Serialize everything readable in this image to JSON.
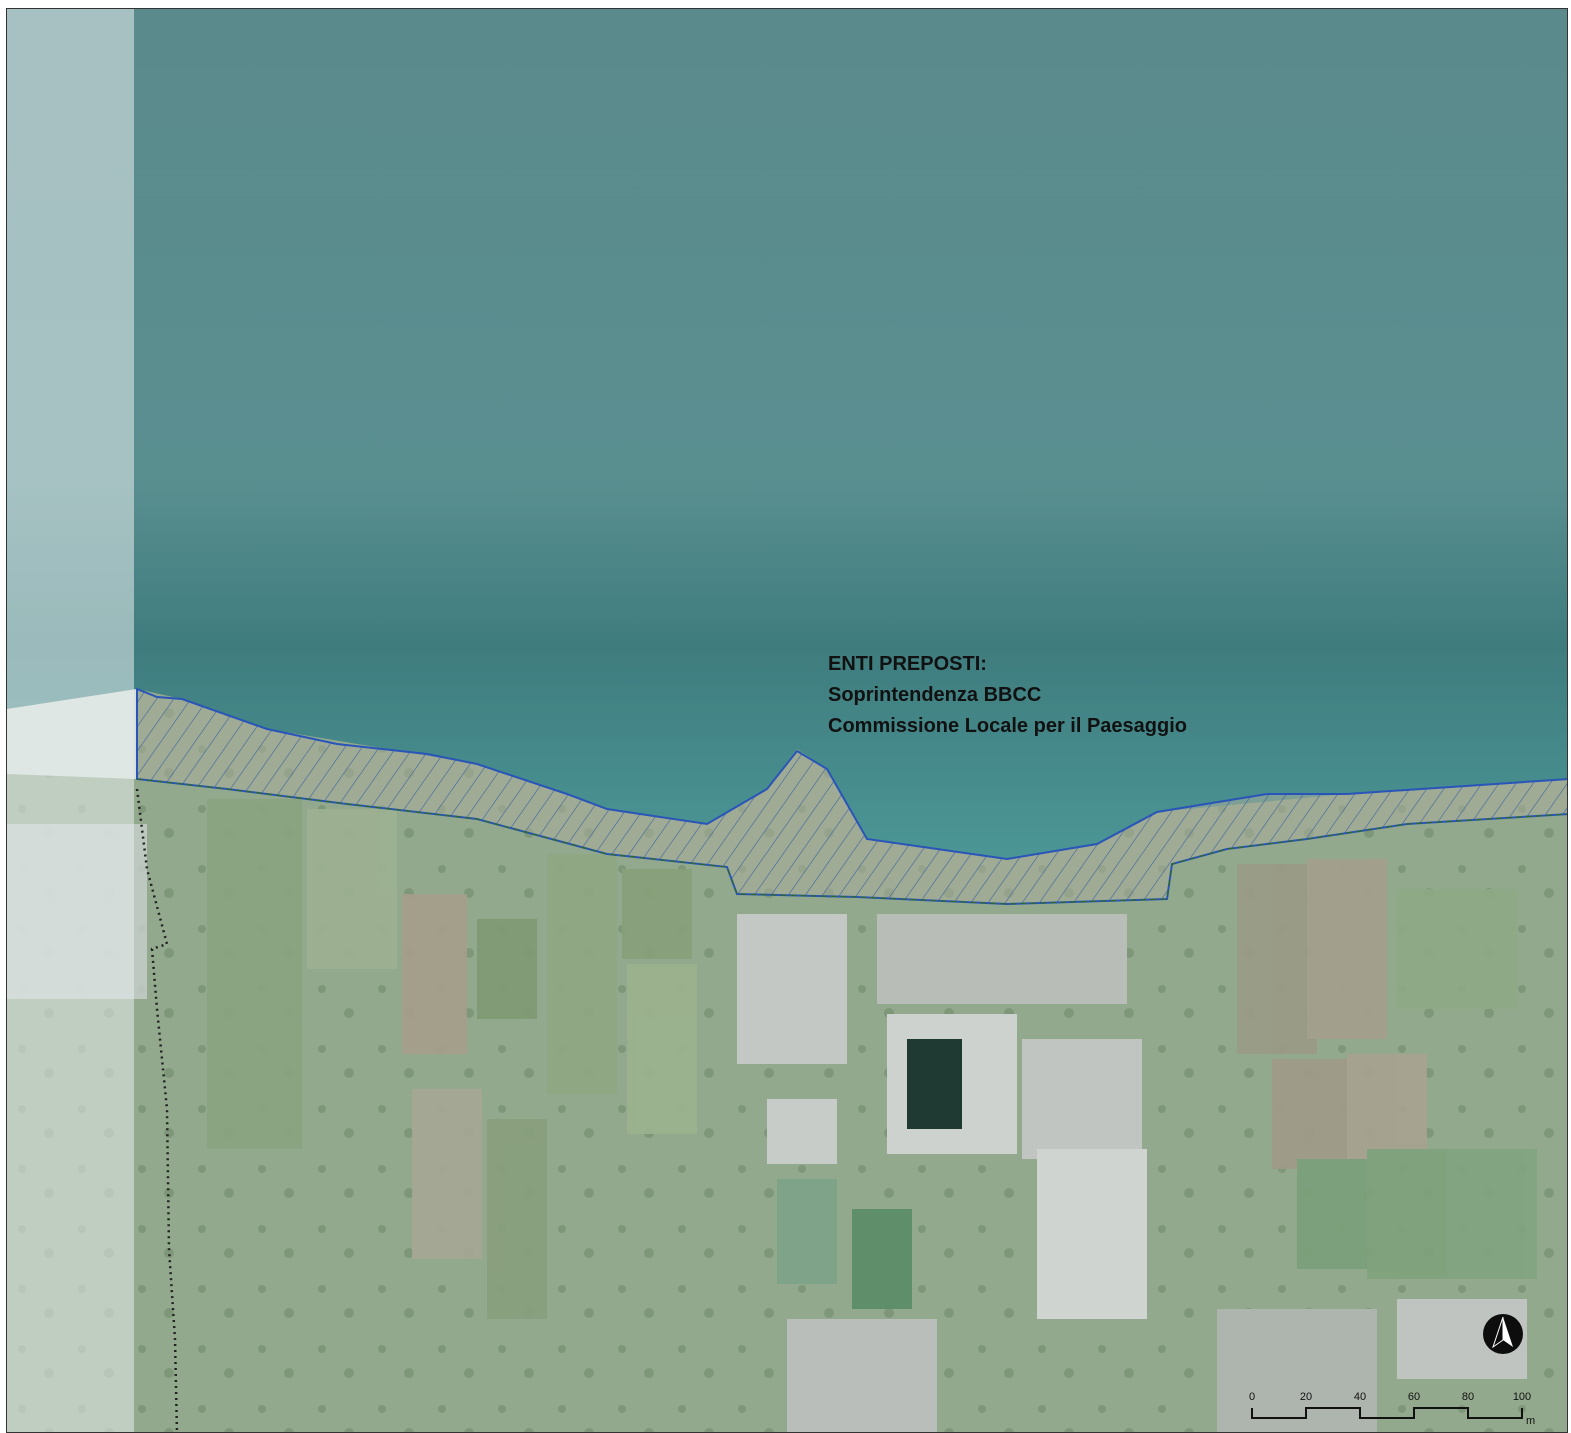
{
  "label": {
    "title": "ENTI PREPOSTI:",
    "line1": "Soprintendenza BBCC",
    "line2": "Commissione Locale per il Paesaggio"
  },
  "scale_bar": {
    "ticks": [
      "0",
      "20",
      "40",
      "60",
      "80",
      "100"
    ],
    "unit": "m"
  },
  "north_arrow": {
    "icon": "north-arrow-icon"
  },
  "colors": {
    "sea": "#5f8c8e",
    "sea_near_shore": "#3f7f80",
    "coast_outline": "#2a55b8",
    "hatch": "#4a6fa8",
    "land": "#8fa68c",
    "fade_strip": "#dfe6e6"
  }
}
